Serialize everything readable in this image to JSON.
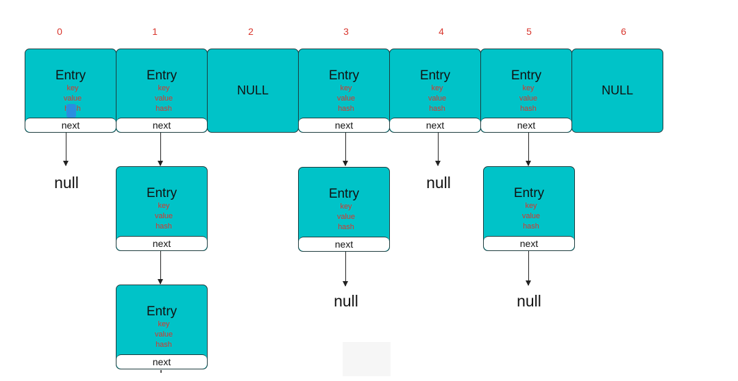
{
  "diagram": {
    "indices": [
      "0",
      "1",
      "2",
      "3",
      "4",
      "5",
      "6"
    ],
    "entry": {
      "title": "Entry",
      "field_key": "key",
      "field_value": "value",
      "field_hash": "hash",
      "next_label": "next"
    },
    "bucket_null_label": "NULL",
    "null_label": "null",
    "colors": {
      "node_fill": "#00c3c8",
      "index_text": "#d8352c",
      "field_text": "#d8352c"
    }
  }
}
